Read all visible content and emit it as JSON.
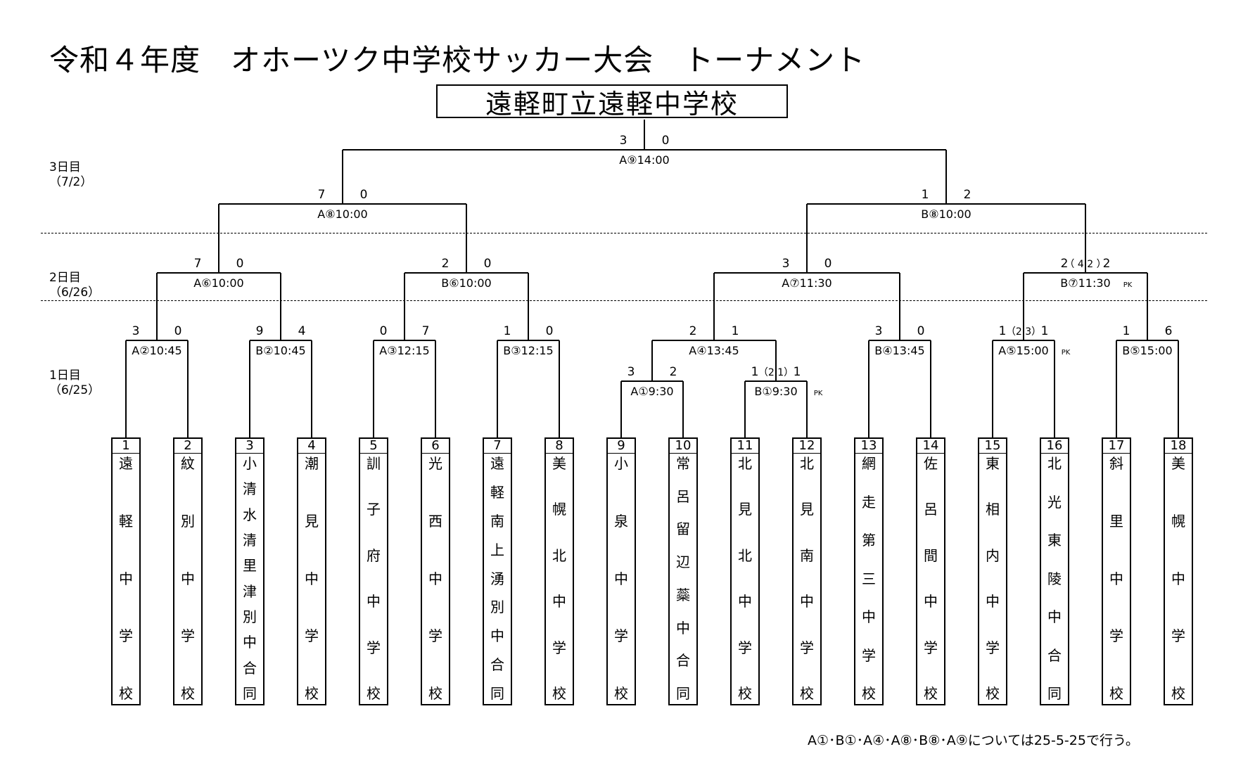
{
  "title": "令和４年度　オホーツク中学校サッカー大会　トーナメント",
  "winner": "遠軽町立遠軽中学校",
  "days": [
    {
      "day": "3日目",
      "date": "（7/2）"
    },
    {
      "day": "2日目",
      "date": "（6/26）"
    },
    {
      "day": "1日目",
      "date": "（6/25）"
    }
  ],
  "teams": [
    {
      "no": "1",
      "name": "遠軽中学校"
    },
    {
      "no": "2",
      "name": "紋別中学校"
    },
    {
      "no": "3",
      "name": "小清水清里津別中合同"
    },
    {
      "no": "4",
      "name": "潮見中学校"
    },
    {
      "no": "5",
      "name": "訓子府中学校"
    },
    {
      "no": "6",
      "name": "光西中学校"
    },
    {
      "no": "7",
      "name": "遠軽南上湧別中合同"
    },
    {
      "no": "8",
      "name": "美幌北中学校"
    },
    {
      "no": "9",
      "name": "小泉中学校"
    },
    {
      "no": "10",
      "name": "常呂留辺蘂中合同"
    },
    {
      "no": "11",
      "name": "北見北中学校"
    },
    {
      "no": "12",
      "name": "北見南中学校"
    },
    {
      "no": "13",
      "name": "網走第三中学校"
    },
    {
      "no": "14",
      "name": "佐呂間中学校"
    },
    {
      "no": "15",
      "name": "東相内中学校"
    },
    {
      "no": "16",
      "name": "北光東陵中合同"
    },
    {
      "no": "17",
      "name": "斜里中学校"
    },
    {
      "no": "18",
      "name": "美幌中学校"
    }
  ],
  "matches": [
    {
      "id": "A①",
      "label": "A①9:30",
      "left": "9",
      "right": "10",
      "score_left": "3",
      "score_right": "2",
      "pk": ""
    },
    {
      "id": "B①",
      "label": "B①9:30",
      "left": "11",
      "right": "12",
      "score_left": "1",
      "score_right": "1",
      "pk": "（2 1）"
    },
    {
      "id": "A②",
      "label": "A②10:45",
      "left": "1",
      "right": "2",
      "score_left": "3",
      "score_right": "0",
      "pk": ""
    },
    {
      "id": "B②",
      "label": "B②10:45",
      "left": "3",
      "right": "4",
      "score_left": "9",
      "score_right": "4",
      "pk": ""
    },
    {
      "id": "A③",
      "label": "A③12:15",
      "left": "5",
      "right": "6",
      "score_left": "0",
      "score_right": "7",
      "pk": ""
    },
    {
      "id": "B③",
      "label": "B③12:15",
      "left": "7",
      "right": "8",
      "score_left": "1",
      "score_right": "0",
      "pk": ""
    },
    {
      "id": "A④",
      "label": "A④13:45",
      "left": "A①",
      "right": "B①",
      "score_left": "2",
      "score_right": "1",
      "pk": ""
    },
    {
      "id": "B④",
      "label": "B④13:45",
      "left": "13",
      "right": "14",
      "score_left": "3",
      "score_right": "0",
      "pk": ""
    },
    {
      "id": "A⑤",
      "label": "A⑤15:00",
      "left": "15",
      "right": "16",
      "score_left": "1",
      "score_right": "1",
      "pk": "（2 3）"
    },
    {
      "id": "B⑤",
      "label": "B⑤15:00",
      "left": "17",
      "right": "18",
      "score_left": "1",
      "score_right": "6",
      "pk": ""
    },
    {
      "id": "A⑥",
      "label": "A⑥10:00",
      "left": "A②",
      "right": "B②",
      "score_left": "7",
      "score_right": "0",
      "pk": ""
    },
    {
      "id": "B⑥",
      "label": "B⑥10:00",
      "left": "A③",
      "right": "B③",
      "score_left": "2",
      "score_right": "0",
      "pk": ""
    },
    {
      "id": "A⑦",
      "label": "A⑦11:30",
      "left": "A④",
      "right": "B④",
      "score_left": "3",
      "score_right": "0",
      "pk": ""
    },
    {
      "id": "B⑦",
      "label": "B⑦11:30",
      "left": "A⑤",
      "right": "B⑤",
      "score_left": "2",
      "score_right": "2",
      "pk": "（ 4 2 ）"
    },
    {
      "id": "A⑧",
      "label": "A⑧10:00",
      "left": "A⑥",
      "right": "B⑥",
      "score_left": "7",
      "score_right": "0",
      "pk": ""
    },
    {
      "id": "B⑧",
      "label": "B⑧10:00",
      "left": "A⑦",
      "right": "B⑦",
      "score_left": "1",
      "score_right": "2",
      "pk": ""
    },
    {
      "id": "A⑨",
      "label": "A⑨14:00",
      "left": "A⑧",
      "right": "B⑧",
      "score_left": "3",
      "score_right": "0",
      "pk": ""
    }
  ],
  "pk_label": "PK",
  "footnote": "A①･B①･A④･A⑧･B⑧･A⑨については25-5-25で行う。"
}
